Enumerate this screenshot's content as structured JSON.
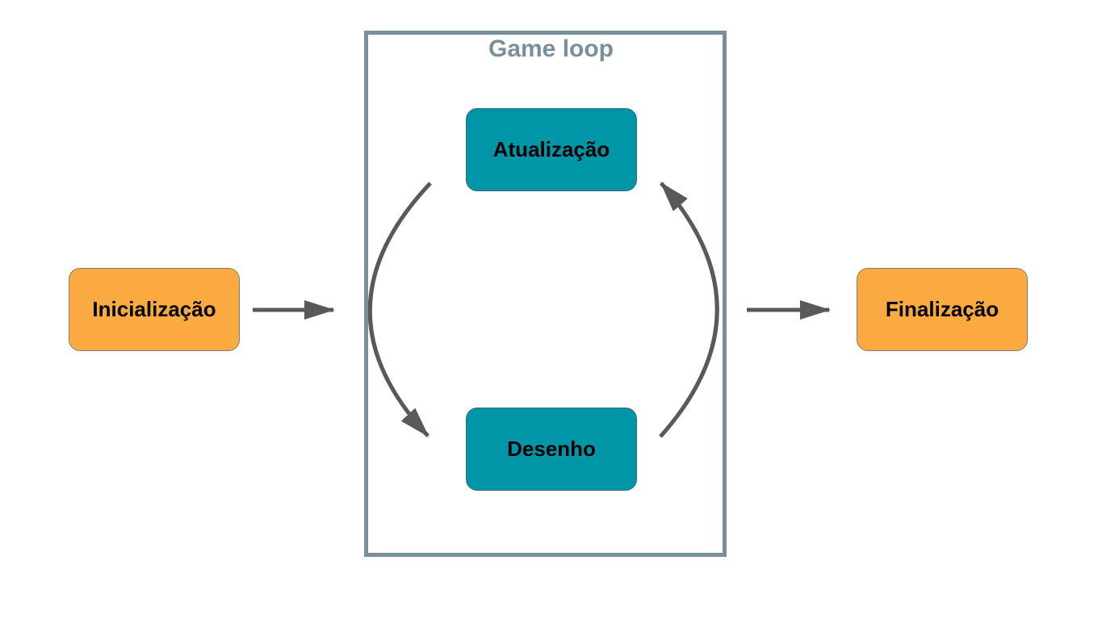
{
  "loop": {
    "title": "Game loop",
    "frame_color": "#78909c"
  },
  "nodes": {
    "init": {
      "label": "Inicialização",
      "color": "#fba941"
    },
    "update": {
      "label": "Atualização",
      "color": "#0096a7"
    },
    "draw": {
      "label": "Desenho",
      "color": "#0096a7"
    },
    "finish": {
      "label": "Finalização",
      "color": "#fba941"
    }
  },
  "arrows": {
    "color": "#595959",
    "edges": [
      {
        "from": "Inicialização",
        "to": "Game loop"
      },
      {
        "from": "Atualização",
        "to": "Desenho"
      },
      {
        "from": "Desenho",
        "to": "Atualização"
      },
      {
        "from": "Game loop",
        "to": "Finalização"
      }
    ]
  }
}
